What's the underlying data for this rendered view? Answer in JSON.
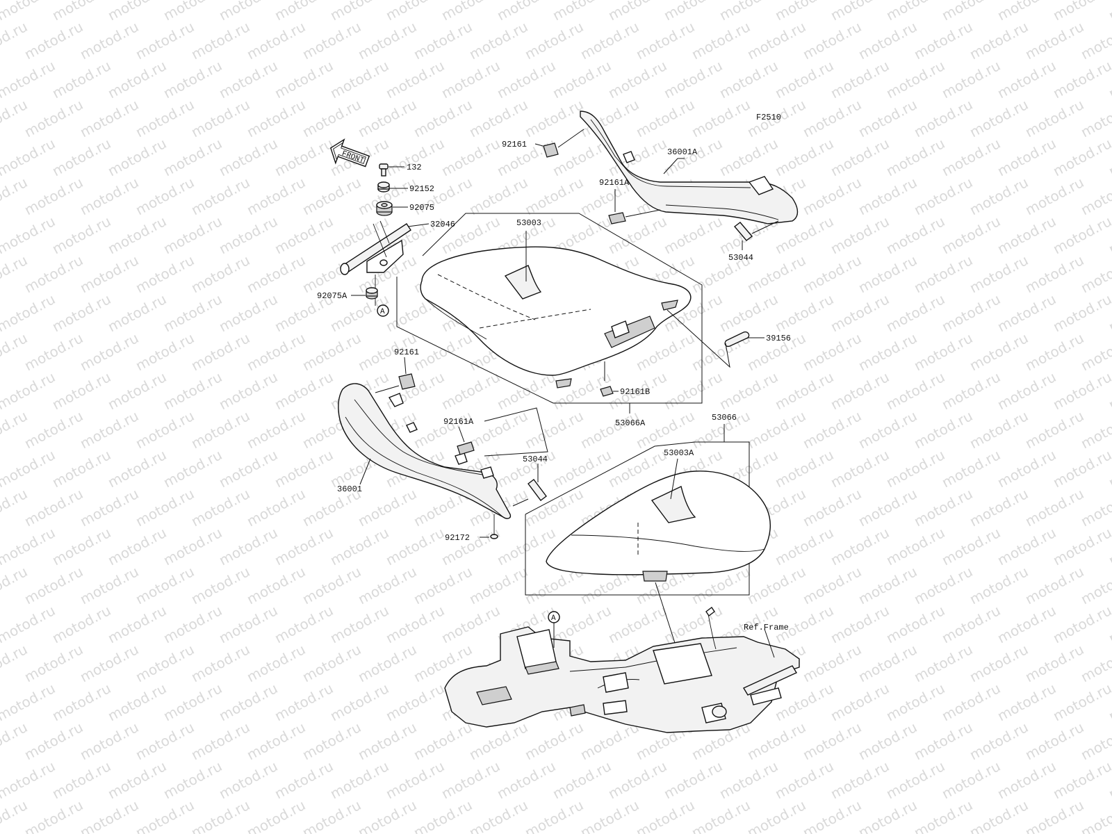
{
  "watermark": {
    "text": "motod.ru",
    "color": "#d9d9d9"
  },
  "figure_code": "F2510",
  "front_arrow": {
    "text": "FRONT"
  },
  "ref_frame": "Ref.Frame",
  "circle_ref": "A",
  "labels": {
    "l_132": "132",
    "l_92152": "92152",
    "l_92075": "92075",
    "l_32046": "32046",
    "l_92075A": "92075A",
    "l_53003": "53003",
    "l_92161_top": "92161",
    "l_36001A": "36001A",
    "l_92161A_top": "92161A",
    "l_53044_top": "53044",
    "l_39156": "39156",
    "l_92161B": "92161B",
    "l_53066A": "53066A",
    "l_92161_left": "92161",
    "l_92161A_left": "92161A",
    "l_53044_left": "53044",
    "l_36001": "36001",
    "l_92172": "92172",
    "l_53066": "53066",
    "l_53003A": "53003A"
  },
  "colors": {
    "line": "#111111",
    "background": "#ffffff",
    "shade": "#cfcfcf"
  }
}
